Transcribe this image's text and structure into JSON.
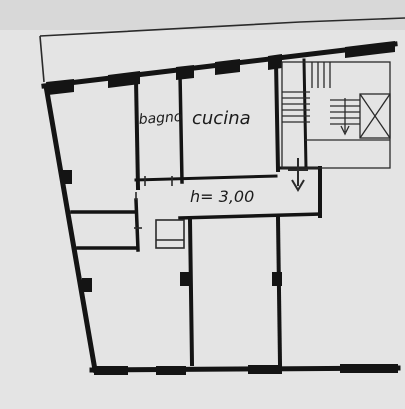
{
  "plan": {
    "labels": {
      "bathroom": "bagno",
      "kitchen": "cucina",
      "ceiling_height": "h= 3,00"
    },
    "colors": {
      "paper": "#e4e4e4",
      "ink": "#141414"
    }
  }
}
